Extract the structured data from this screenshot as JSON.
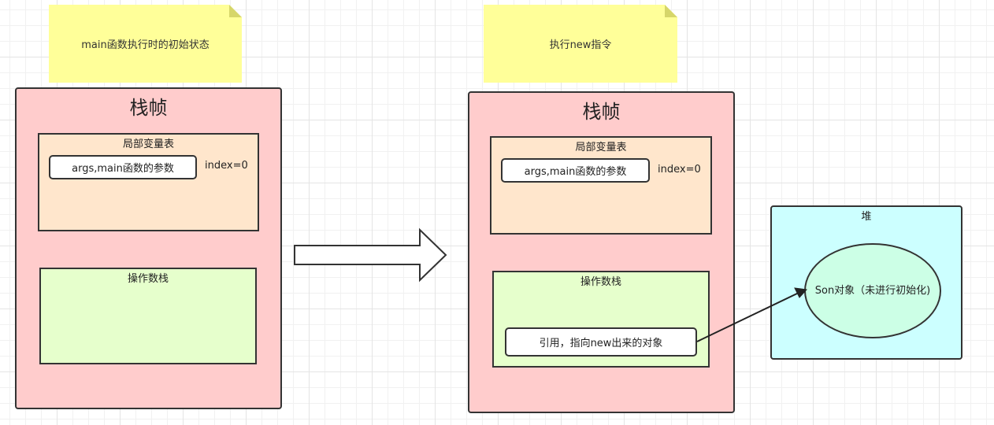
{
  "left": {
    "note": "main函数执行时的初始状态",
    "frame_title": "栈帧",
    "locals_title": "局部变量表",
    "local_var": "args,main函数的参数",
    "local_index": "index=0",
    "opstack_title": "操作数栈"
  },
  "right": {
    "note": "执行new指令",
    "frame_title": "栈帧",
    "locals_title": "局部变量表",
    "local_var": "args,main函数的参数",
    "local_index": "index=0",
    "opstack_title": "操作数栈",
    "ref_item": "引用，指向new出来的对象"
  },
  "heap": {
    "title": "堆",
    "object_label": "Son对象（未进行初始化)"
  },
  "colors": {
    "note": "#ffff99",
    "stack_frame": "#ffcccc",
    "locals": "#ffe6cc",
    "opstack": "#e6ffcc",
    "heap": "#ccffff",
    "heap_object": "#ccffe6"
  }
}
